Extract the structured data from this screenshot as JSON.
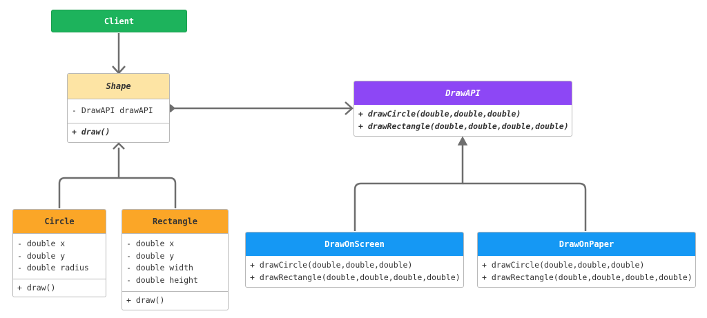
{
  "client": {
    "label": "Client",
    "color": "#1db35c"
  },
  "shape": {
    "name": "Shape",
    "header_color": "#fde4a4",
    "attributes": [
      "- DrawAPI drawAPI"
    ],
    "methods": [
      "+ draw()"
    ]
  },
  "drawapi": {
    "name": "DrawAPI",
    "header_color": "#8d47f5",
    "methods": [
      "+ drawCircle(double,double,double)",
      "+ drawRectangle(double,double,double,double)"
    ]
  },
  "circle": {
    "name": "Circle",
    "header_color": "#fba627",
    "attributes": [
      "- double x",
      "- double y",
      "- double radius"
    ],
    "methods": [
      "+ draw()"
    ]
  },
  "rectangle": {
    "name": "Rectangle",
    "header_color": "#fba627",
    "attributes": [
      "- double x",
      "- double y",
      "- double width",
      "- double height"
    ],
    "methods": [
      "+ draw()"
    ]
  },
  "drawonscreen": {
    "name": "DrawOnScreen",
    "header_color": "#1598f4",
    "methods": [
      "+ drawCircle(double,double,double)",
      "+ drawRectangle(double,double,double,double)"
    ]
  },
  "drawonpaper": {
    "name": "DrawOnPaper",
    "header_color": "#1598f4",
    "methods": [
      "+ drawCircle(double,double,double)",
      "+ drawRectangle(double,double,double,double)"
    ]
  },
  "edge_color": "#6e6e6e"
}
